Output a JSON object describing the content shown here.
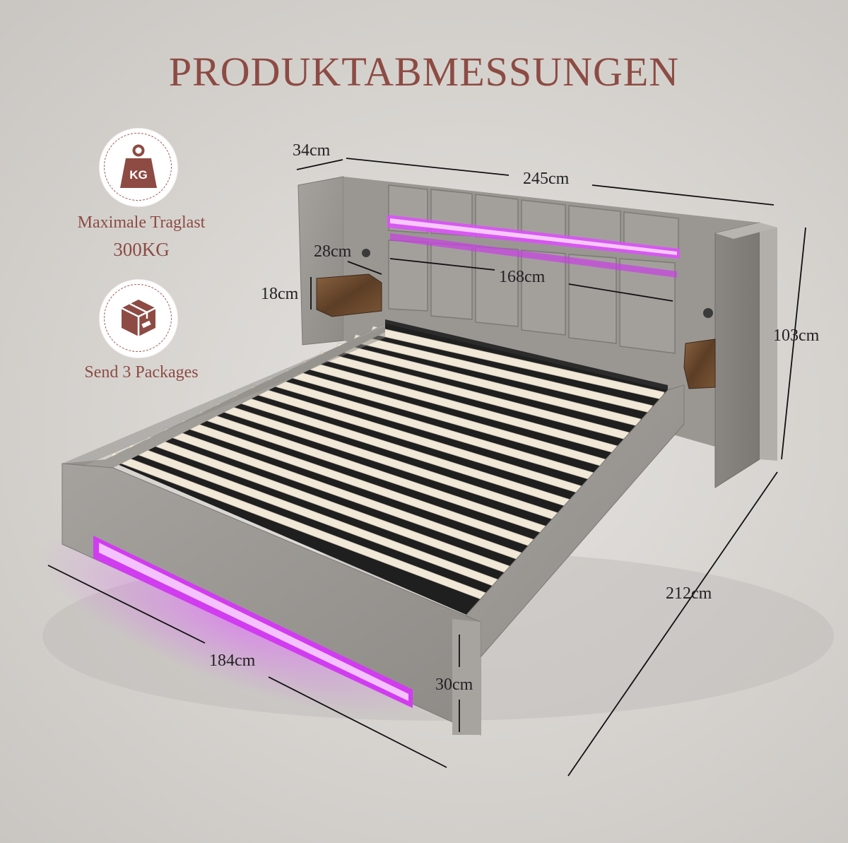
{
  "title": "PRODUKTABMESSUNGEN",
  "features": [
    {
      "icon": "weight-kg-icon",
      "icon_text": "KG",
      "label": "Maximale Traglast",
      "value": "300KG"
    },
    {
      "icon": "package-box-icon",
      "label": "Send 3 Packages"
    }
  ],
  "dimensions": {
    "headboard_depth": "34cm",
    "total_width": "245cm",
    "shelf_depth": "28cm",
    "shelf_height": "18cm",
    "inner_width": "168cm",
    "total_height": "103cm",
    "length": "212cm",
    "width": "184cm",
    "frame_height": "30cm"
  },
  "colors": {
    "accent": "#8d4b43",
    "upholstery": "#9b9894",
    "led": "#d13cf0",
    "slats": "#f1e8d8",
    "wood": "#6b4a30"
  }
}
